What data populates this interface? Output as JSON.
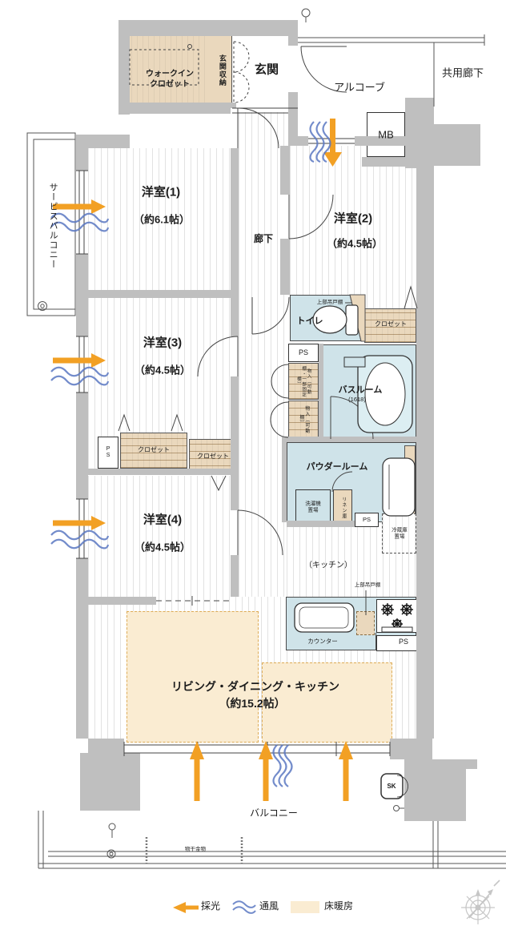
{
  "plan": {
    "labels": {
      "wic": "ウォークイン\nクロゼット",
      "genkan_storage": "玄関収納",
      "genkan": "玄関",
      "alcove": "アルコーブ",
      "common_corridor": "共用廊下",
      "mb": "MB",
      "service_balcony": "サービスバルコニー",
      "room1": "洋室(1)",
      "room1_size": "（約6.1帖）",
      "corridor": "廊下",
      "room2": "洋室(2)",
      "room2_size": "（約4.5帖）",
      "toilet": "トイレ",
      "toilet_shelf": "上部吊戸棚",
      "closet": "クロゼット",
      "room3": "洋室(3)",
      "room3_size": "（約4.5帖）",
      "ps": "PS",
      "room4": "洋室(4)",
      "room4_size": "（約4.5帖）",
      "bath": "バスルーム",
      "bath_size": "(1618)",
      "storage_upper": "物入（可動棚・一部固定棚）",
      "storage_lower": "物入（可動棚）",
      "powder": "パウダールーム",
      "washer": "洗濯機\n置場",
      "linen": "リネン庫",
      "fridge": "冷蔵庫\n置場",
      "kitchen": "（キッチン）",
      "kitchen_shelf": "上部吊戸棚",
      "counter": "カウンター",
      "ldk": "リビング・ダイニング・キッチン",
      "ldk_size": "（約15.2帖）",
      "balcony": "バルコニー",
      "sk": "SK",
      "laundry_hardware": "物干金物"
    },
    "legend": {
      "light": "採光",
      "wind": "通風",
      "heating": "床暖房"
    },
    "colors": {
      "wall": "#bfbfbf",
      "water_area": "#cfe3e9",
      "storage": "#ead8bd",
      "floor_heating": "#faecd2",
      "light_arrow": "#f2a024",
      "ventilation": "#5b78c2"
    }
  }
}
